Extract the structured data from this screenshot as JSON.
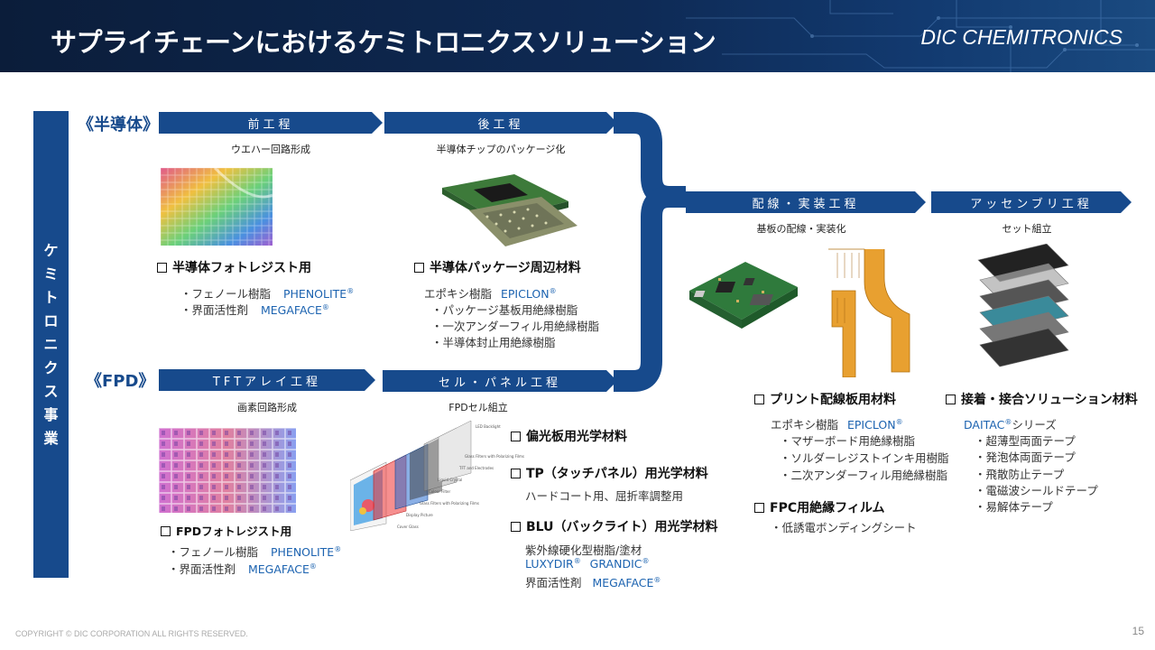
{
  "header": {
    "title": "サプライチェーンにおけるケミトロニクスソリューション",
    "brand": "DIC CHEMITRONICS"
  },
  "vertical_label": "ケミトロニクス事業",
  "sections": {
    "semiconductor": "《半導体》",
    "fpd": "《FPD》"
  },
  "arrows": {
    "front": "前工程",
    "back": "後工程",
    "tft": "TFTアレイ工程",
    "cell": "セル・パネル工程",
    "wiring": "配線・実装工程",
    "assembly": "アッセンブリ工程"
  },
  "subs": {
    "front": "ウエハー回路形成",
    "back": "半導体チップのパッケージ化",
    "tft": "画素回路形成",
    "cell": "FPDセル組立",
    "wiring": "基板の配線・実装化",
    "assembly": "セット組立"
  },
  "semi_photoresist": {
    "head": "半導体フォトレジスト用",
    "l1_label": "・フェノール樹脂",
    "l1_brand": "PHENOLITE",
    "l2_label": "・界面活性剤",
    "l2_brand": "MEGAFACE",
    "reg": "®"
  },
  "semi_package": {
    "head": "半導体パッケージ周辺材料",
    "l1_label": "エポキシ樹脂",
    "l1_brand": "EPICLON",
    "items": [
      "・パッケージ基板用絶縁樹脂",
      "・一次アンダーフィル用絶縁樹脂",
      "・半導体封止用絶縁樹脂"
    ]
  },
  "fpd_photoresist": {
    "head": "FPDフォトレジスト用",
    "l1_label": "・フェノール樹脂",
    "l1_brand": "PHENOLITE",
    "l2_label": "・界面活性剤",
    "l2_brand": "MEGAFACE"
  },
  "fpd_optical": {
    "polarizer": "偏光板用光学材料",
    "tp": "TP（タッチパネル）用光学材料",
    "tp_sub": "ハードコート用、屈折率調整用",
    "blu": "BLU（バックライト）用光学材料",
    "blu_l1": "紫外線硬化型樹脂/塗材",
    "blu_b1": "LUXYDIR",
    "blu_b2": "GRANDIC",
    "blu_l3_label": "界面活性剤",
    "blu_l3_brand": "MEGAFACE"
  },
  "lcd_diagram_labels": [
    "LED Backlight",
    "Glass Filters with Polarizing Films",
    "TFT and Electrodes",
    "Liquid Crystal",
    "Colour Filter",
    "Glass Filters with Polarizing Films",
    "Display Picture",
    "Cover Glass"
  ],
  "pcb": {
    "head": "プリント配線板用材料",
    "l1_label": "エポキシ樹脂",
    "l1_brand": "EPICLON",
    "items": [
      "・マザーボード用絶縁樹脂",
      "・ソルダーレジストインキ用樹脂",
      "・二次アンダーフィル用絶縁樹脂"
    ],
    "fpc_head": "FPC用絶縁フィルム",
    "fpc_item": "・低誘電ボンディングシート"
  },
  "adhesive": {
    "head": "接着・接合ソリューション材料",
    "brand": "DAITAC",
    "brand_suffix": "シリーズ",
    "items": [
      "・超薄型両面テープ",
      "・発泡体両面テープ",
      "・飛散防止テープ",
      "・電磁波シールドテープ",
      "・易解体テープ"
    ]
  },
  "footer": {
    "copyright": "COPYRIGHT © DIC CORPORATION ALL RIGHTS RESERVED.",
    "page": "15"
  },
  "colors": {
    "accent": "#174a8c",
    "brand_text": "#1c63b0",
    "header_bg": "#0e2a55"
  },
  "icons": [
    "checkbox-icon"
  ]
}
